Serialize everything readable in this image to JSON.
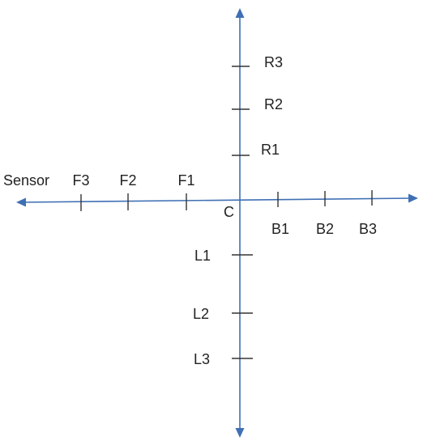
{
  "diagram": {
    "colors": {
      "axis": "#3f6fb4",
      "tick": "#333333",
      "text": "#222222"
    },
    "origin_label": "C",
    "sensor_label": "Sensor",
    "horizontal_ticks_left": [
      "F1",
      "F2",
      "F3"
    ],
    "horizontal_ticks_right": [
      "B1",
      "B2",
      "B3"
    ],
    "vertical_ticks_up": [
      "R1",
      "R2",
      "R3"
    ],
    "vertical_ticks_down": [
      "L1",
      "L2",
      "L3"
    ]
  }
}
